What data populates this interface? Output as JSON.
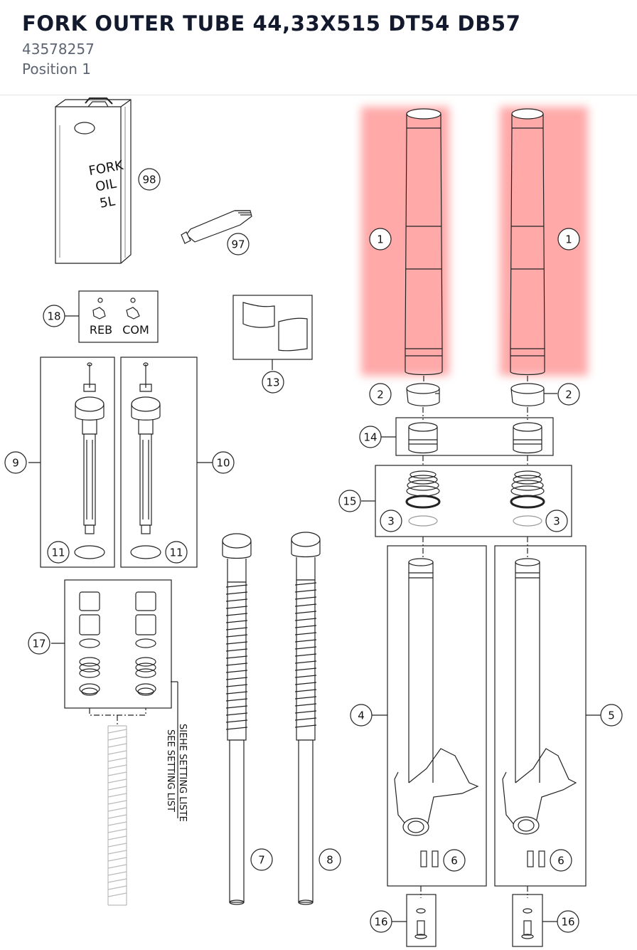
{
  "header": {
    "title": "FORK OUTER TUBE 44,33X515 DT54 DB57",
    "part_number": "43578257",
    "position": "Position 1"
  },
  "diagram": {
    "highlight_color": "#ff7b7b",
    "line_color": "#222222",
    "can_label": [
      "FORK",
      "OIL",
      "5L"
    ],
    "box_labels": {
      "reb": "REB",
      "com": "COM"
    },
    "setting_note": [
      "SIEHE SETTING LISTE",
      "SEE SETTING LIST"
    ],
    "callouts": {
      "c98": "98",
      "c97": "97",
      "c18": "18",
      "c13": "13",
      "c1a": "1",
      "c1b": "1",
      "c2a": "2",
      "c2b": "2",
      "c14": "14",
      "c15": "15",
      "c3a": "3",
      "c3b": "3",
      "c9": "9",
      "c10": "10",
      "c11a": "11",
      "c11b": "11",
      "c17": "17",
      "c7": "7",
      "c8": "8",
      "c4": "4",
      "c5": "5",
      "c6a": "6",
      "c6b": "6",
      "c16a": "16",
      "c16b": "16"
    }
  }
}
